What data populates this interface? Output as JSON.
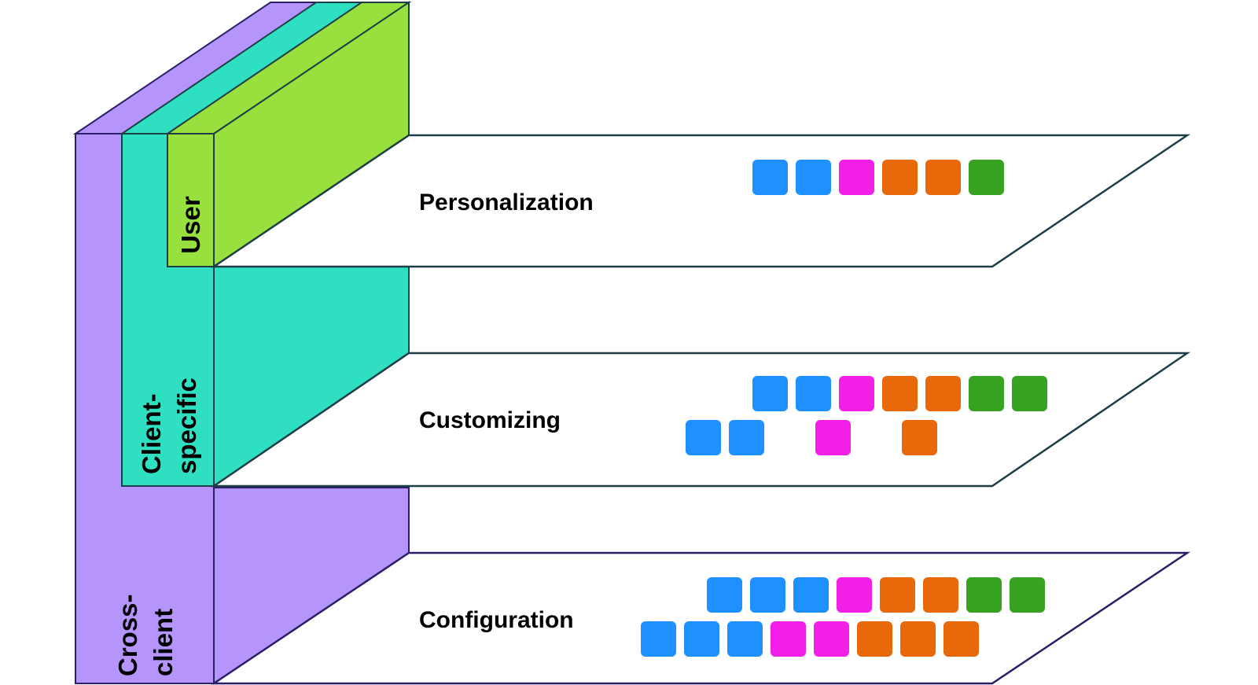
{
  "layer_labels": {
    "user": "User",
    "client_specific_line1": "Client-",
    "client_specific_line2": "specific",
    "cross_client_line1": "Cross-",
    "cross_client_line2": "client"
  },
  "layer_colors": {
    "cross_client": "#B595FC",
    "client_specific": "#2EDFC2",
    "user": "#98E03D",
    "edge": "#1F3D47",
    "cross_client_edge": "#2A1F66"
  },
  "panels": [
    {
      "label": "Personalization",
      "rows": [
        [
          "blue",
          "blue",
          "magenta",
          "orange",
          "orange",
          "green"
        ]
      ]
    },
    {
      "label": "Customizing",
      "rows": [
        [
          "blue",
          "blue",
          "magenta",
          "orange",
          "orange",
          "green",
          "green"
        ],
        [
          "blue",
          "blue",
          null,
          "magenta",
          null,
          "orange"
        ]
      ]
    },
    {
      "label": "Configuration",
      "rows": [
        [
          "blue",
          "blue",
          "blue",
          "magenta",
          "orange",
          "orange",
          "green",
          "green"
        ],
        [
          "blue",
          "blue",
          "blue",
          "magenta",
          "magenta",
          "orange",
          "orange",
          "orange"
        ]
      ]
    }
  ],
  "block_colors": {
    "blue": "#1E90FF",
    "magenta": "#F21FE8",
    "orange": "#E8690A",
    "green": "#38A320"
  }
}
